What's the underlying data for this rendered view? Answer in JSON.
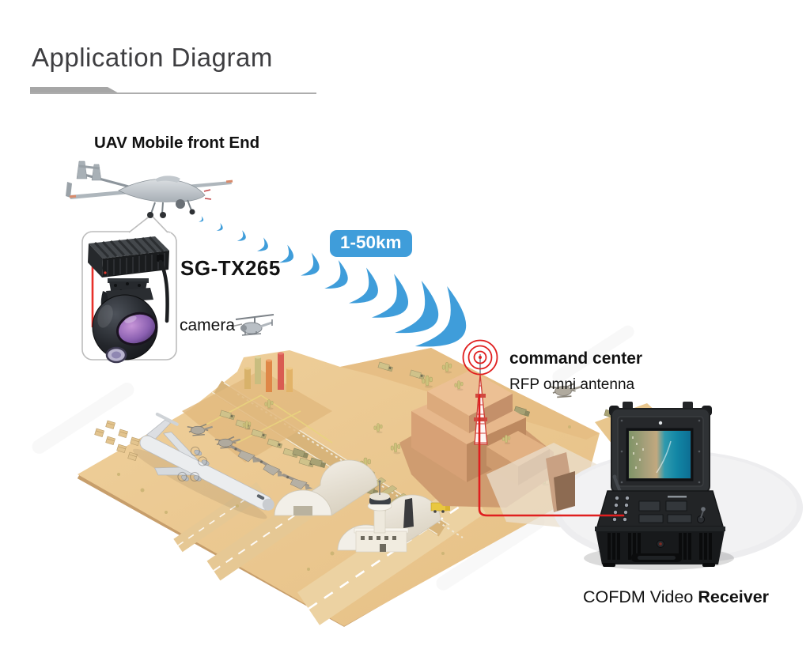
{
  "title": "Application Diagram",
  "diagram": {
    "uav_label": "UAV Mobile front End",
    "transmitter_label": "SG-TX265",
    "camera_label": "camera",
    "range_badge": "1-50km",
    "command_center_label": "command center",
    "antenna_label": "RFP omni antenna",
    "receiver_label_regular": "COFDM Video ",
    "receiver_label_bold": "Receiver"
  },
  "colors": {
    "accent_blue": "#3f9dda",
    "link_red": "#e02020",
    "title_gray": "#3e3e41",
    "sand": "#ecca92",
    "mesa_brown": "#d7a176"
  },
  "icons": {
    "uav": "uav-drone-illustration",
    "signal_waves": "signal-waves-icon",
    "transmitter": "video-transmitter-device",
    "gimbal": "camera-gimbal-ball",
    "helicopter": "helicopter-icon",
    "radio": "radio-waves-icon",
    "antenna_tower": "omni-antenna-tower",
    "airbase": "isometric-airbase-illustration",
    "receiver": "cofdm-receiver-case"
  }
}
